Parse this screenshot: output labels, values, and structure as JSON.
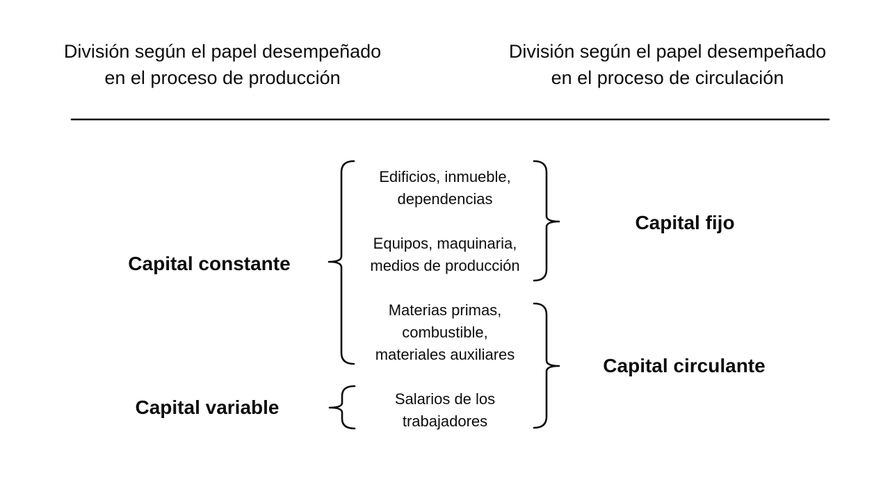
{
  "page": {
    "background": "#ffffff"
  },
  "colors": {
    "ink": "#0d0d0d"
  },
  "headers": {
    "left": "División según el papel desempeñado\nen el proceso de producción",
    "right": "División según el papel desempeñado\nen el proceso de circulación"
  },
  "labels": {
    "capital_constante": "Capital constante",
    "capital_variable": "Capital variable",
    "capital_fijo": "Capital fijo",
    "capital_circulante": "Capital circulante"
  },
  "items": {
    "edificios": "Edificios, inmueble,\ndependencias",
    "equipos": "Equipos, maquinaria,\nmedios de producción",
    "materias": "Materias primas,\ncombustible,\nmateriales auxiliares",
    "salarios": "Salarios de los\ntrabajadores"
  }
}
